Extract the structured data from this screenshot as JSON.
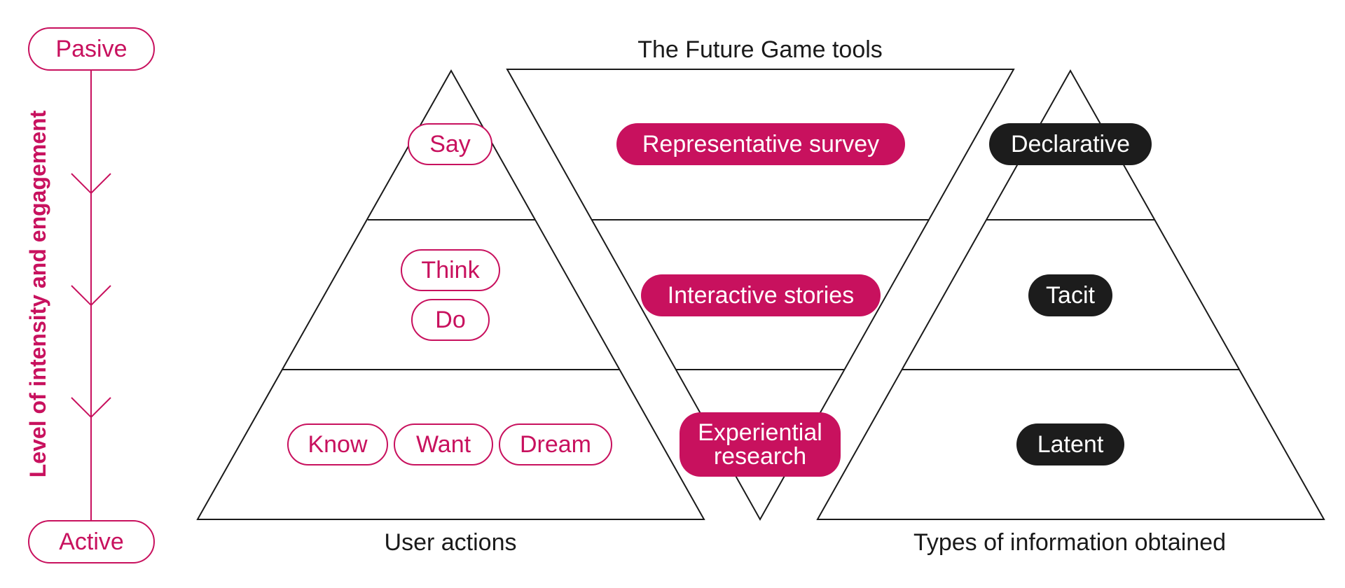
{
  "title": "The Future Game tools",
  "scale": {
    "top_label": "Pasive",
    "bottom_label": "Active",
    "axis_label": "Level of intensity and engagement"
  },
  "user_actions": {
    "caption": "User actions",
    "tier1": [
      "Say"
    ],
    "tier2": [
      "Think",
      "Do"
    ],
    "tier3": [
      "Know",
      "Want",
      "Dream"
    ]
  },
  "tools": {
    "tier1": "Representative survey",
    "tier2": "Interactive stories",
    "tier3_line1": "Experiential",
    "tier3_line2": "research"
  },
  "information_types": {
    "caption": "Types of information obtained",
    "tier1": "Declarative",
    "tier2": "Tacit",
    "tier3": "Latent"
  },
  "colors": {
    "accent": "#c8115e",
    "dark": "#1c1c1c",
    "line": "#1a1a1a"
  }
}
